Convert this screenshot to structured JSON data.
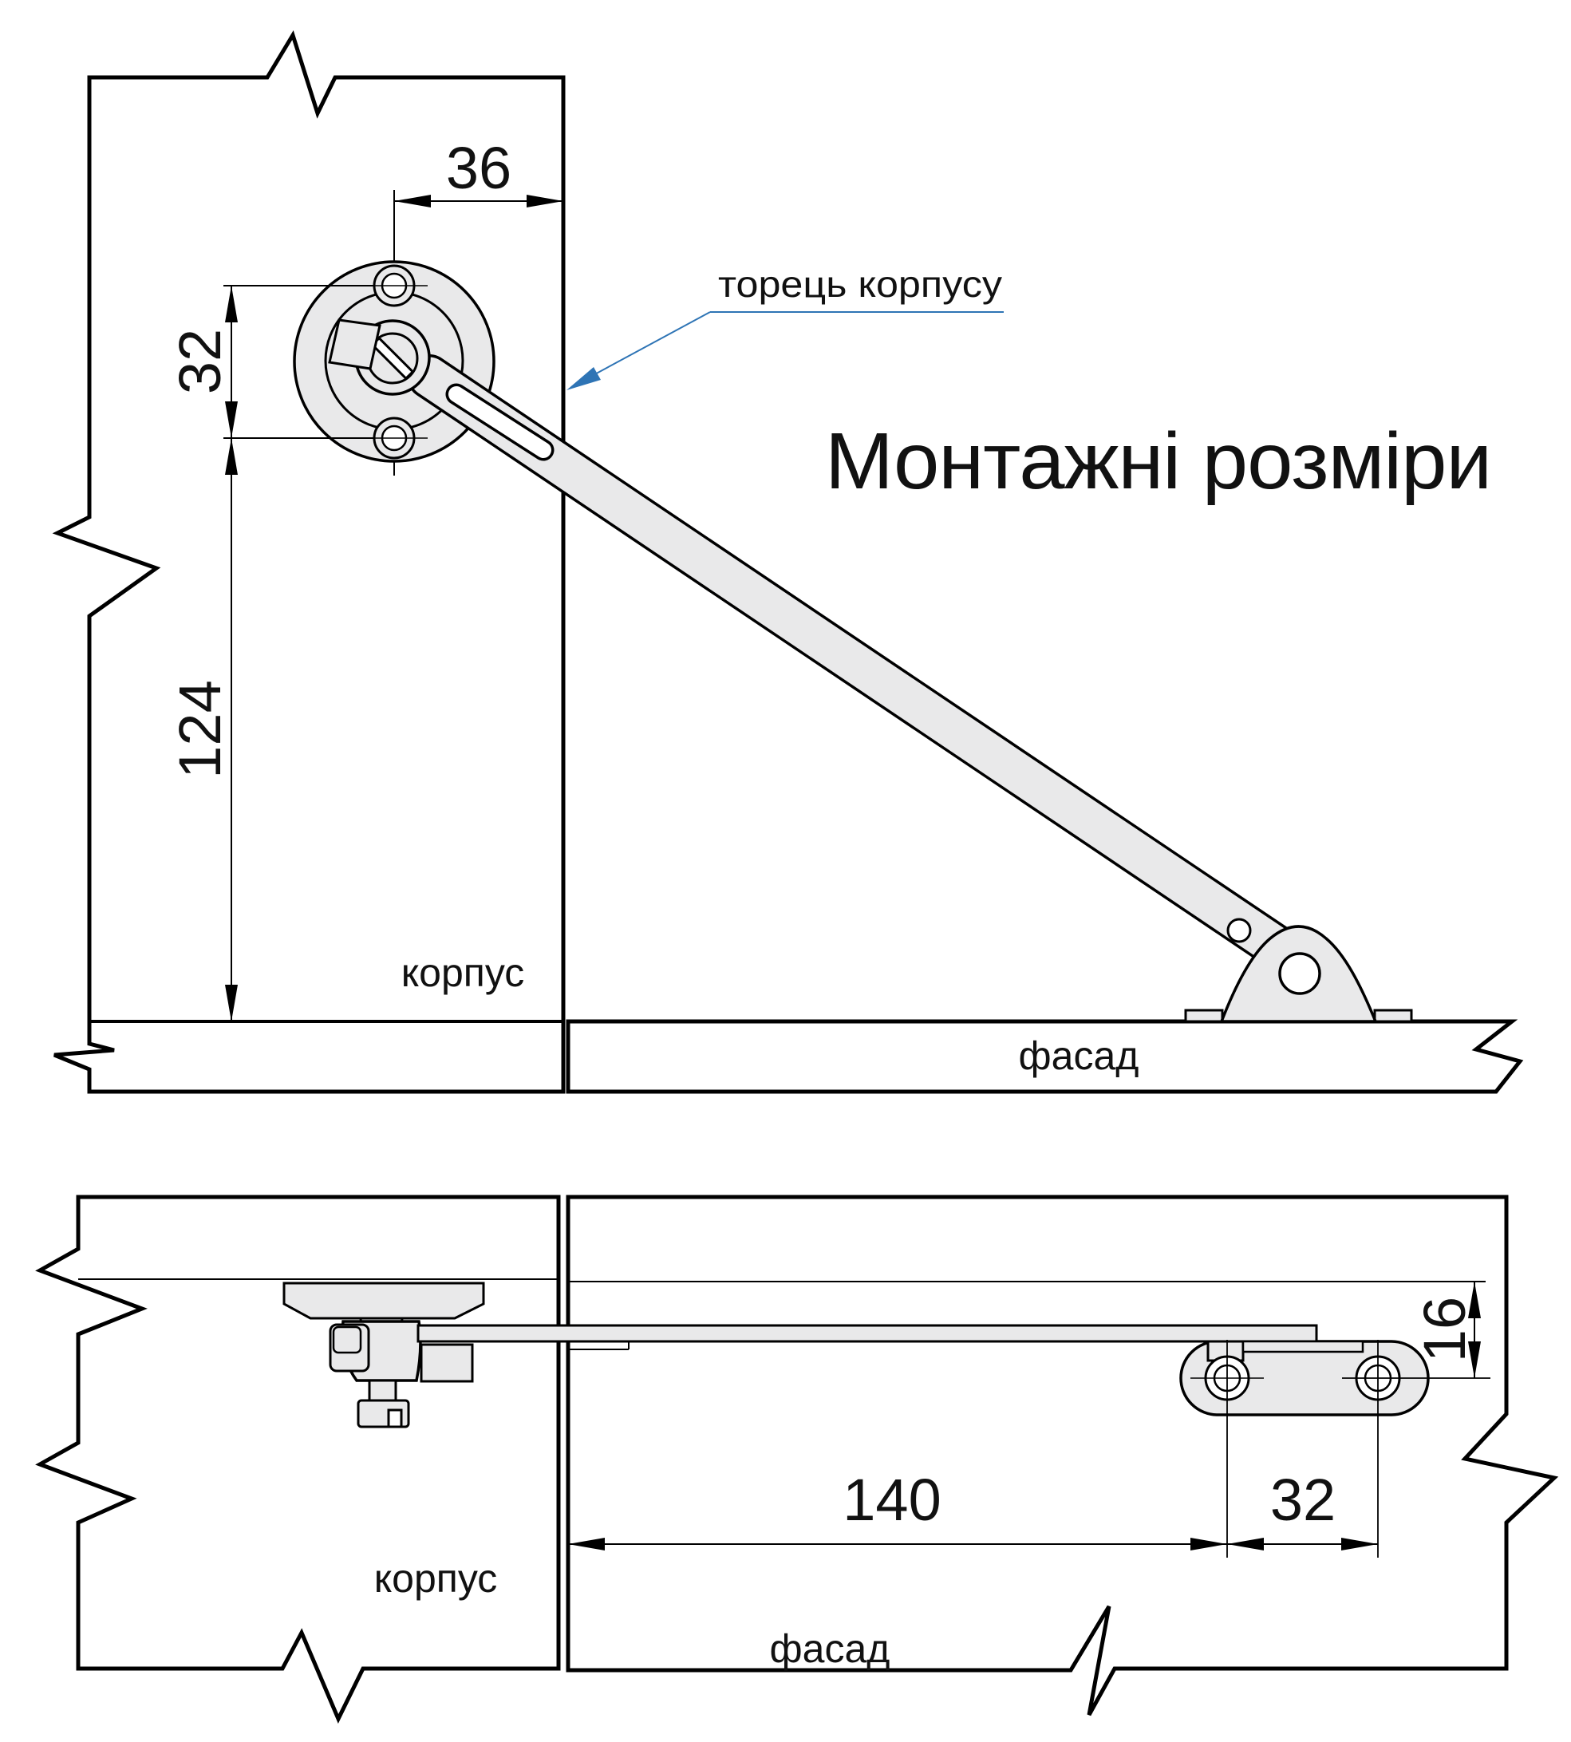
{
  "title": "Монтажні розміри",
  "callout": {
    "label": "торець корпусу"
  },
  "colors": {
    "accent_blue": "#2E74B5",
    "part_fill": "#E9E9EA",
    "line_color": "#000000"
  },
  "top_view": {
    "labels": {
      "cabinet": "корпус",
      "front": "фасад"
    },
    "dimensions": {
      "hole_offset_from_edge": "36",
      "hole_spacing": "32",
      "mount_height": "124"
    }
  },
  "bottom_view": {
    "labels": {
      "cabinet": "корпус",
      "front": "фасад"
    },
    "dimensions": {
      "foot_distance": "140",
      "foot_screw_spacing": "32",
      "arm_offset": "16"
    }
  }
}
